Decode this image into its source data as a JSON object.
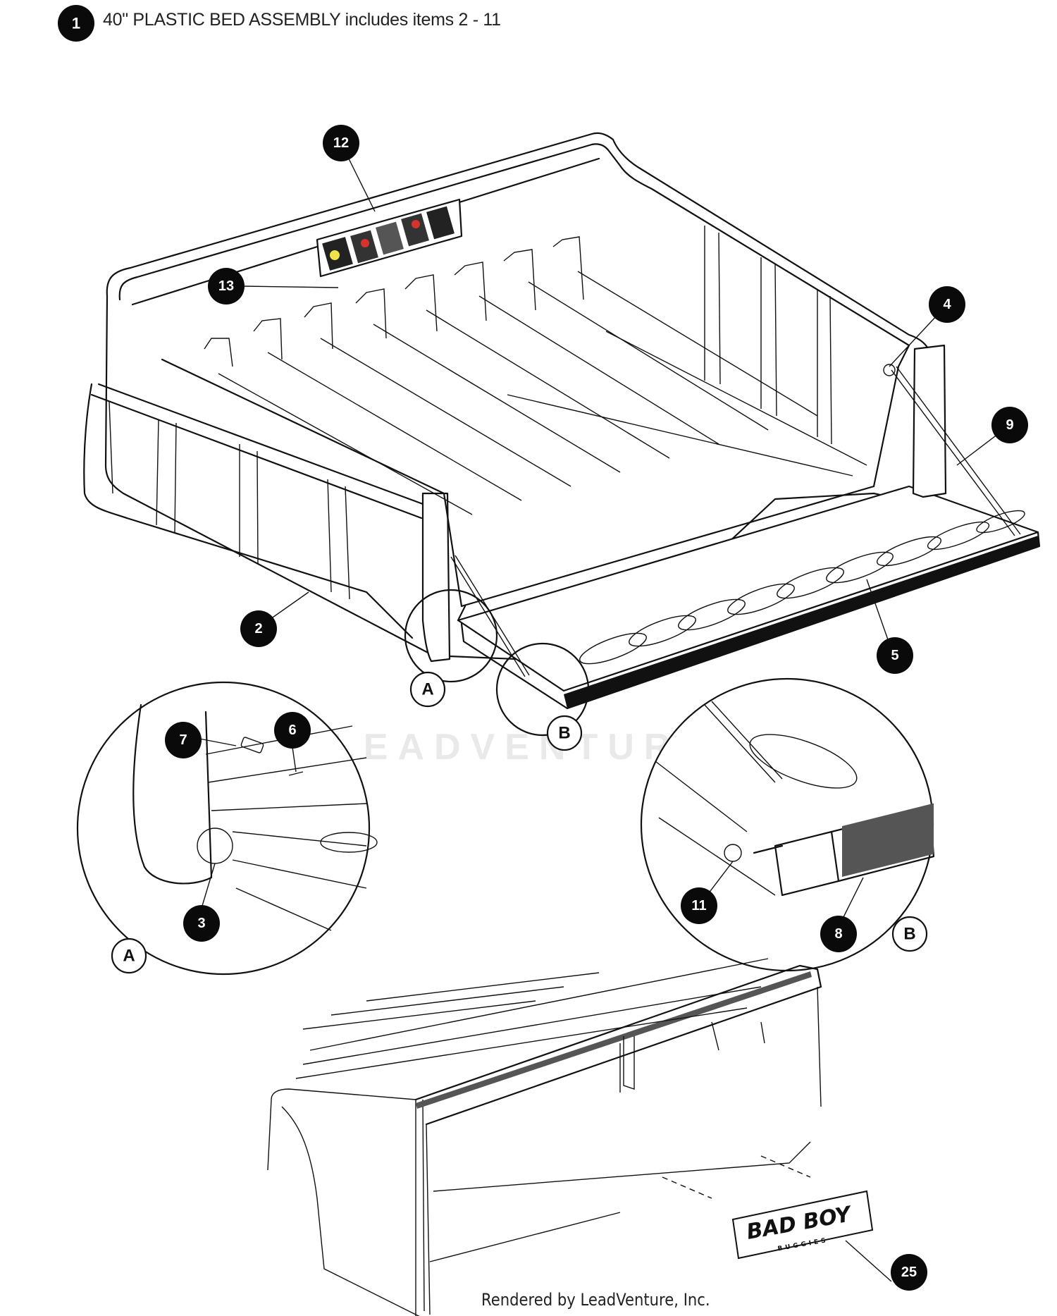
{
  "header": {
    "badge": "1",
    "text": "40\" PLASTIC BED ASSEMBLY includes items 2 - 11"
  },
  "watermark": "LEADVENTURE",
  "footer": "Rendered by LeadVenture, Inc.",
  "callouts": {
    "c2": "2",
    "c3": "3",
    "c4": "4",
    "c5": "5",
    "c6": "6",
    "c7": "7",
    "c8": "8",
    "c9": "9",
    "c11": "11",
    "c12": "12",
    "c13": "13",
    "c25": "25"
  },
  "details": {
    "a": "A",
    "b": "B"
  },
  "logo": {
    "brand": "BAD BOY",
    "sub": "BUGGIES"
  },
  "colors": {
    "ink": "#111111",
    "badge": "#0a0a0a",
    "paper": "#ffffff"
  }
}
